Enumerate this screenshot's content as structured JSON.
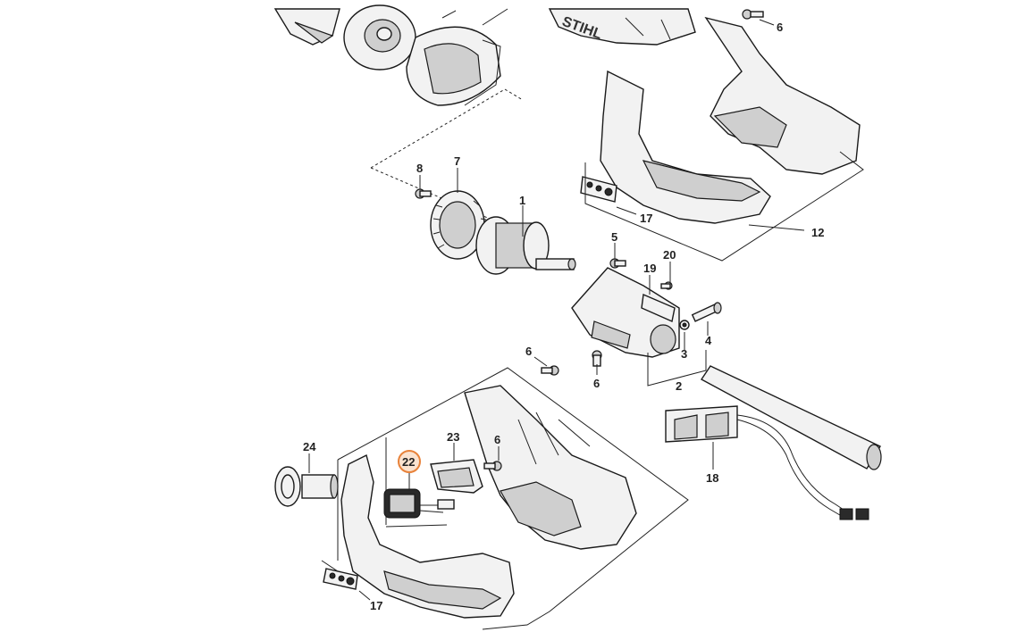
{
  "diagram": {
    "highlight_color": "#e8823a",
    "callouts": [
      {
        "id": "c8",
        "text": "8"
      },
      {
        "id": "c7",
        "text": "7"
      },
      {
        "id": "c1",
        "text": "1"
      },
      {
        "id": "c17a",
        "text": "17"
      },
      {
        "id": "c12",
        "text": "12"
      },
      {
        "id": "c6a",
        "text": "6"
      },
      {
        "id": "c5",
        "text": "5"
      },
      {
        "id": "c19",
        "text": "19"
      },
      {
        "id": "c20",
        "text": "20"
      },
      {
        "id": "c4",
        "text": "4"
      },
      {
        "id": "c3",
        "text": "3"
      },
      {
        "id": "c2",
        "text": "2"
      },
      {
        "id": "c6b",
        "text": "6"
      },
      {
        "id": "c6c",
        "text": "6"
      },
      {
        "id": "c18",
        "text": "18"
      },
      {
        "id": "c24",
        "text": "24"
      },
      {
        "id": "c23",
        "text": "23"
      },
      {
        "id": "c22",
        "text": "22"
      },
      {
        "id": "c6d",
        "text": "6"
      },
      {
        "id": "c17b",
        "text": "17"
      }
    ],
    "brand_text": "STIHL"
  }
}
